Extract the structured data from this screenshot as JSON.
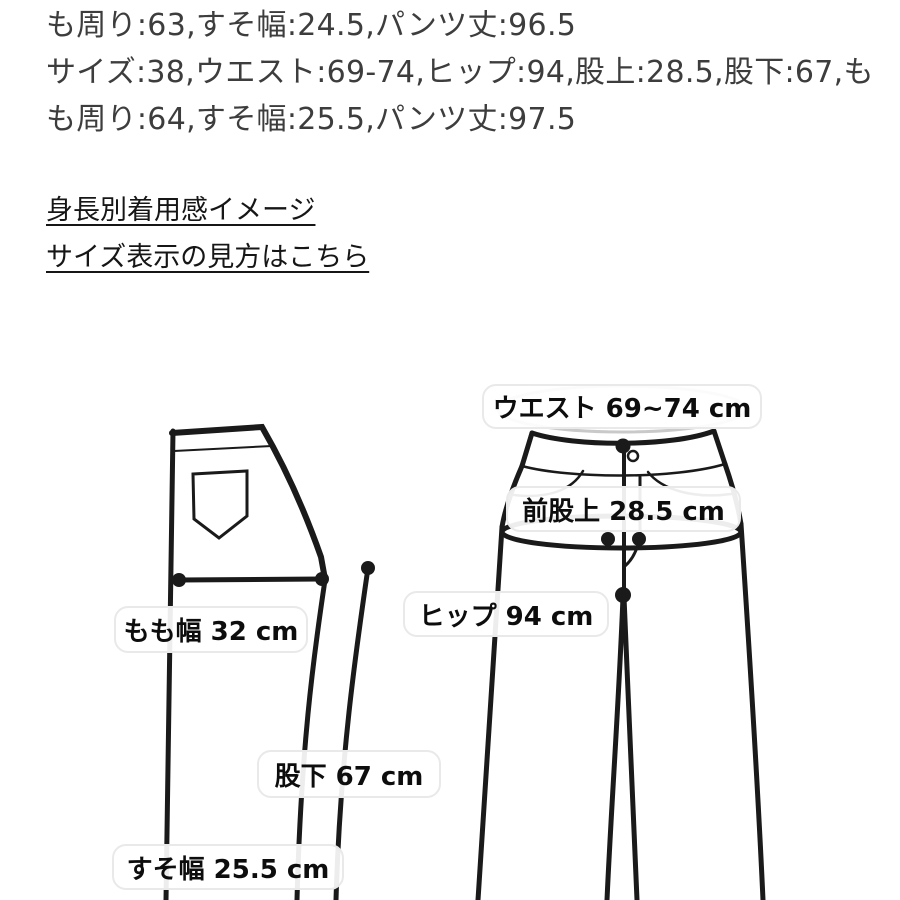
{
  "spec_text": {
    "lines": [
      "も周り:63,すそ幅:24.5,パンツ丈:96.5",
      "サイズ:38,ウエスト:69-74,ヒップ:94,股上:28.5,股下:67,も",
      "も周り:64,すそ幅:25.5,パンツ丈:97.5"
    ]
  },
  "links": [
    {
      "label": "身長別着用感イメージ"
    },
    {
      "label": "サイズ表示の見方はこちら"
    }
  ],
  "diagram": {
    "labels": {
      "waist": "ウエスト 69~74 cm",
      "front_rise": "前股上 28.5 cm",
      "hip": "ヒップ 94 cm",
      "thigh": "もも幅 32 cm",
      "inseam": "股下 67 cm",
      "hem": "すそ幅 25.5 cm"
    }
  },
  "colors": {
    "line": "#1a1a1a",
    "waist_tape": "#c9c9c9",
    "label_border": "#e9e9e9",
    "body_text": "#3d3d3d",
    "link_text": "#161616"
  }
}
